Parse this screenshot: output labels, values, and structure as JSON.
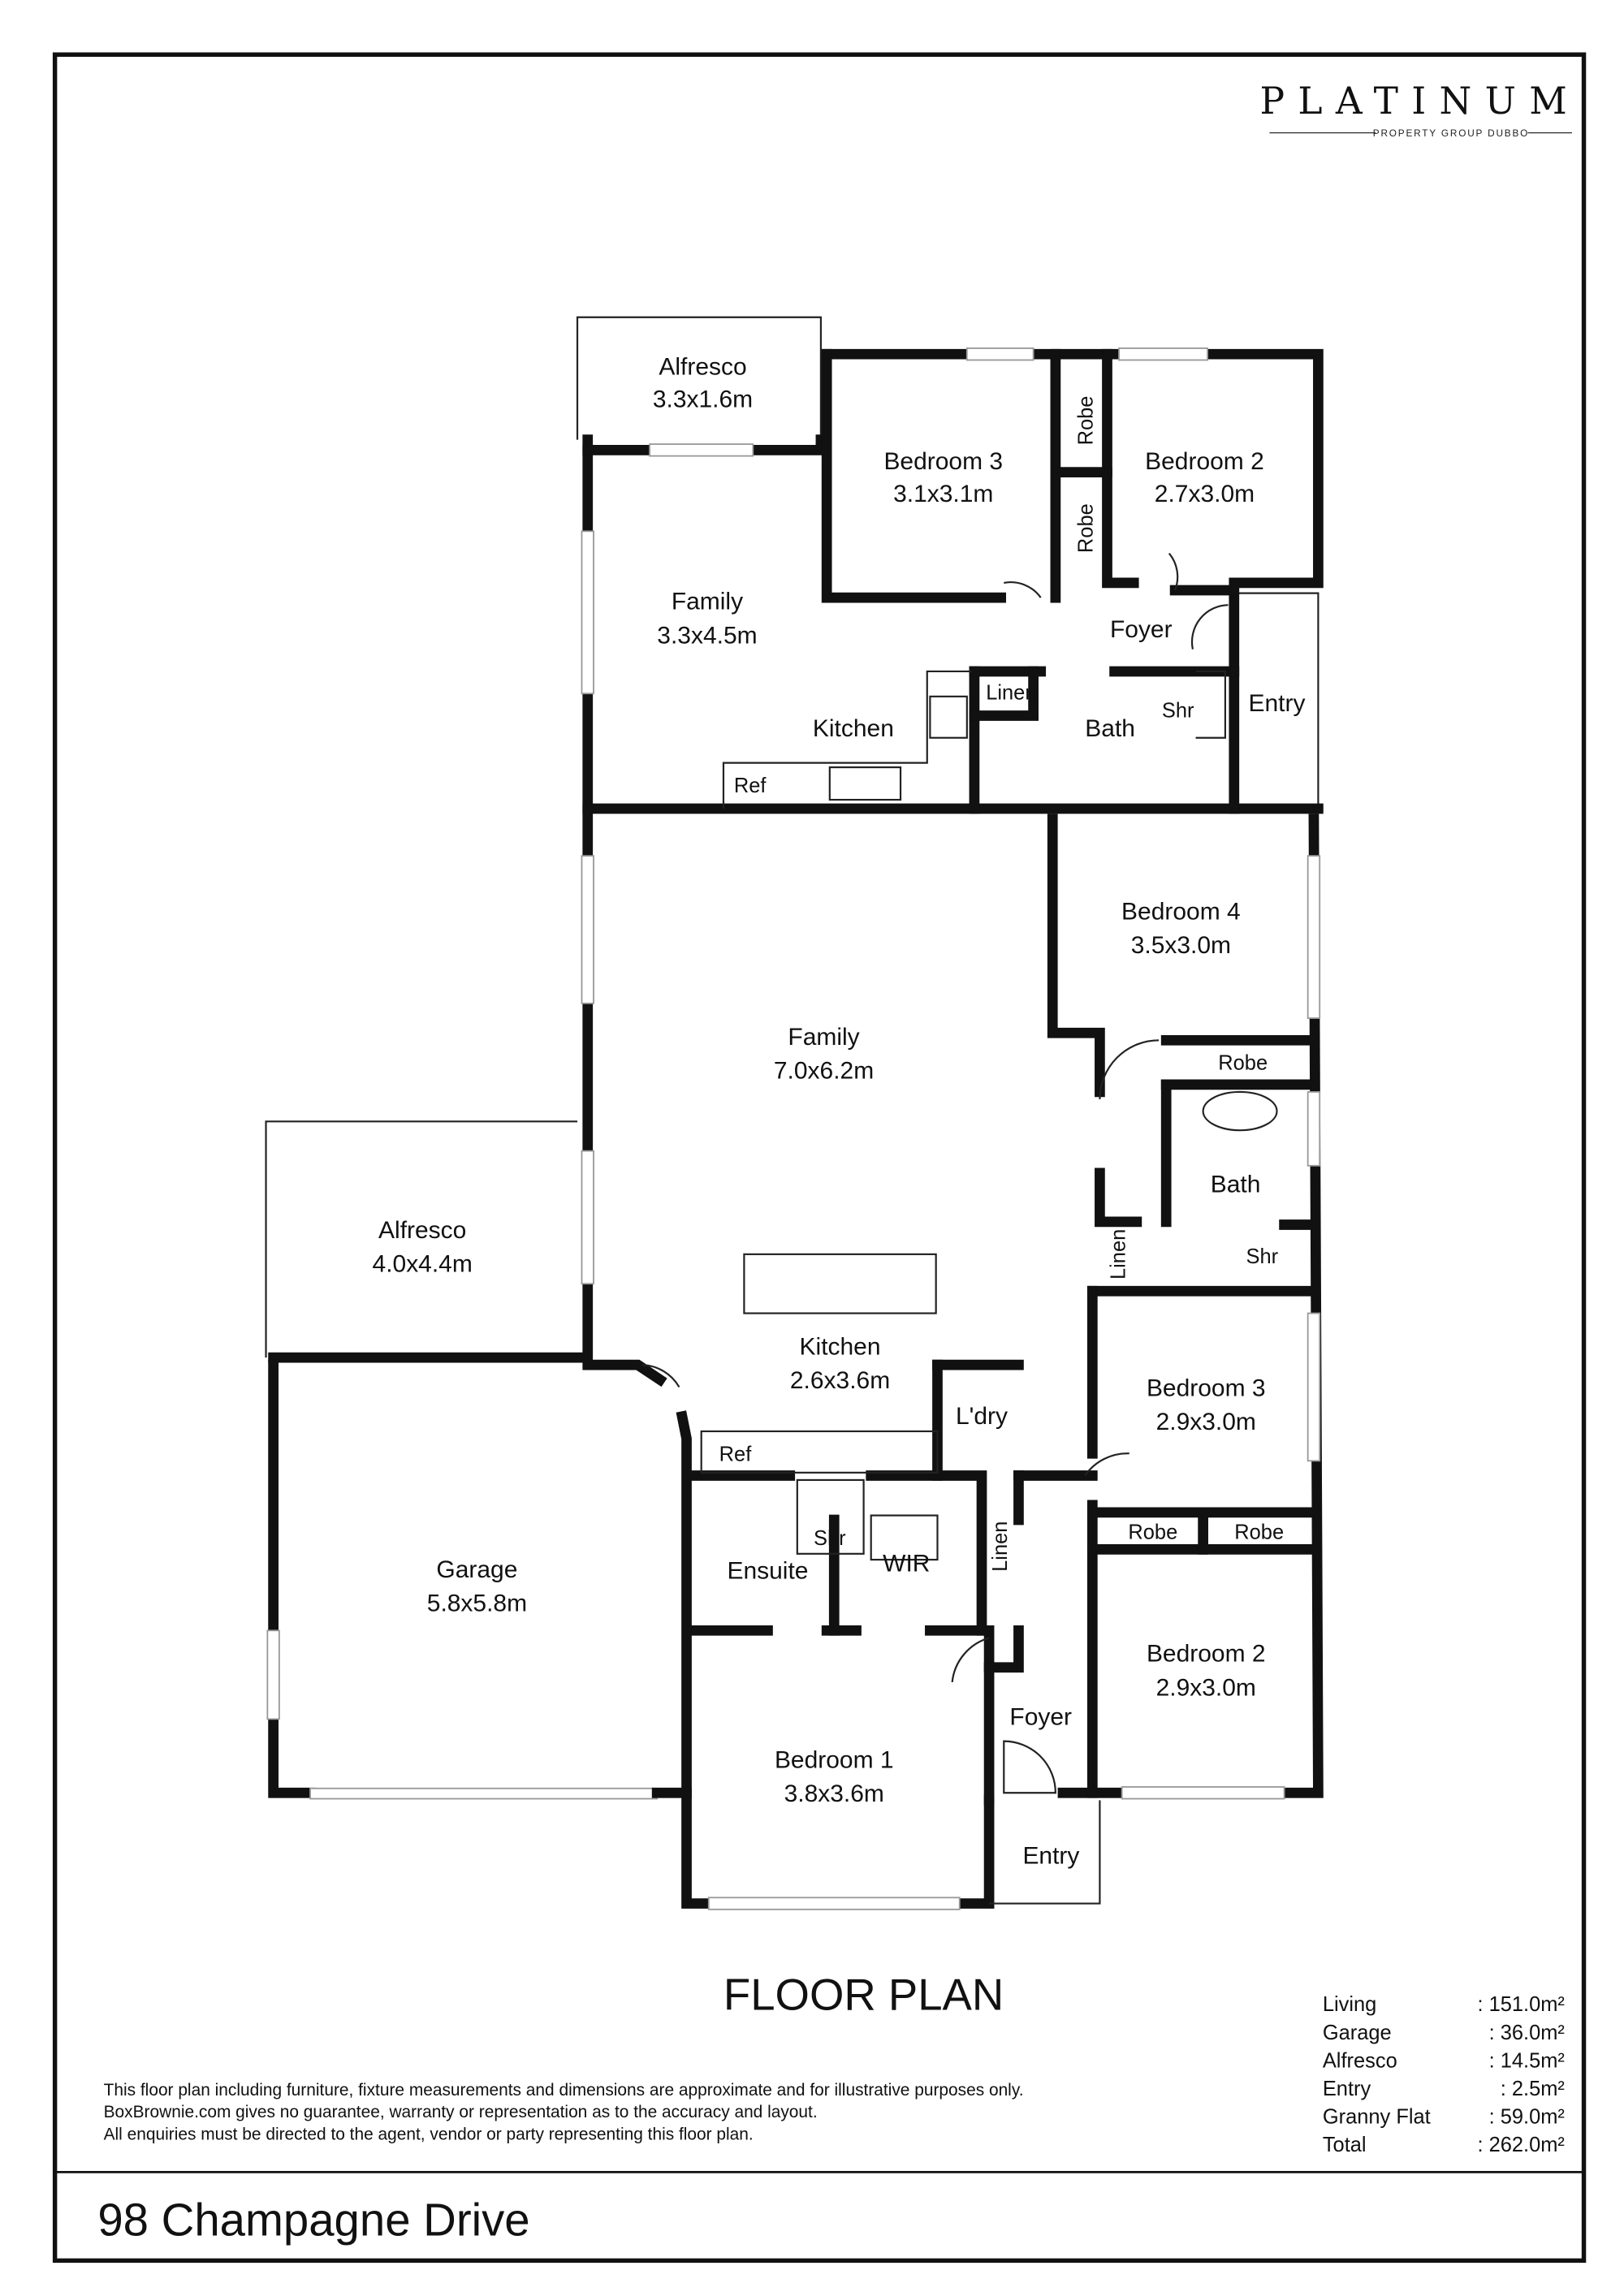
{
  "logo": {
    "name": "PLATINUM",
    "tagline": "PROPERTY GROUP DUBBO"
  },
  "title": "FLOOR PLAN",
  "address": "98 Champagne Drive",
  "disclaimer": [
    "This floor plan including furniture, fixture measurements and dimensions are approximate and for illustrative purposes only.",
    "BoxBrownie.com gives no guarantee, warranty or representation as to the accuracy and layout.",
    "All enquiries must be directed to the agent, vendor or party representing this floor plan."
  ],
  "areas": [
    {
      "label": "Living",
      "value": ": 151.0m²"
    },
    {
      "label": "Garage",
      "value": ":   36.0m²"
    },
    {
      "label": "Alfresco",
      "value": ":   14.5m²"
    },
    {
      "label": "Entry",
      "value": ":     2.5m²"
    },
    {
      "label": "Granny Flat",
      "value": ":   59.0m²"
    },
    {
      "label": "Total",
      "value": ": 262.0m²"
    }
  ],
  "granny_flat": {
    "alfresco": {
      "name": "Alfresco",
      "dim": "3.3x1.6m"
    },
    "bedroom3": {
      "name": "Bedroom 3",
      "dim": "3.1x3.1m"
    },
    "bedroom2": {
      "name": "Bedroom 2",
      "dim": "2.7x3.0m"
    },
    "family": {
      "name": "Family",
      "dim": "3.3x4.5m"
    },
    "robe1": "Robe",
    "robe2": "Robe",
    "foyer": "Foyer",
    "entry": "Entry",
    "linen": "Linen",
    "kitchen": "Kitchen",
    "bath": "Bath",
    "shr": "Shr",
    "ref": "Ref"
  },
  "house": {
    "family": {
      "name": "Family",
      "dim": "7.0x6.2m"
    },
    "bedroom4": {
      "name": "Bedroom 4",
      "dim": "3.5x3.0m"
    },
    "robe4": "Robe",
    "bath": "Bath",
    "shr": "Shr",
    "linen1": "Linen",
    "alfresco": {
      "name": "Alfresco",
      "dim": "4.0x4.4m"
    },
    "kitchen": {
      "name": "Kitchen",
      "dim": "2.6x3.6m"
    },
    "laundry": "L'dry",
    "bedroom3": {
      "name": "Bedroom 3",
      "dim": "2.9x3.0m"
    },
    "robe3a": "Robe",
    "robe3b": "Robe",
    "garage": {
      "name": "Garage",
      "dim": "5.8x5.8m"
    },
    "ref": "Ref",
    "shr2": "Shr",
    "ensuite": "Ensuite",
    "wir": "WIR",
    "linen2": "Linen",
    "bedroom2": {
      "name": "Bedroom 2",
      "dim": "2.9x3.0m"
    },
    "foyer": "Foyer",
    "bedroom1": {
      "name": "Bedroom 1",
      "dim": "3.8x3.6m"
    },
    "entry": "Entry"
  }
}
